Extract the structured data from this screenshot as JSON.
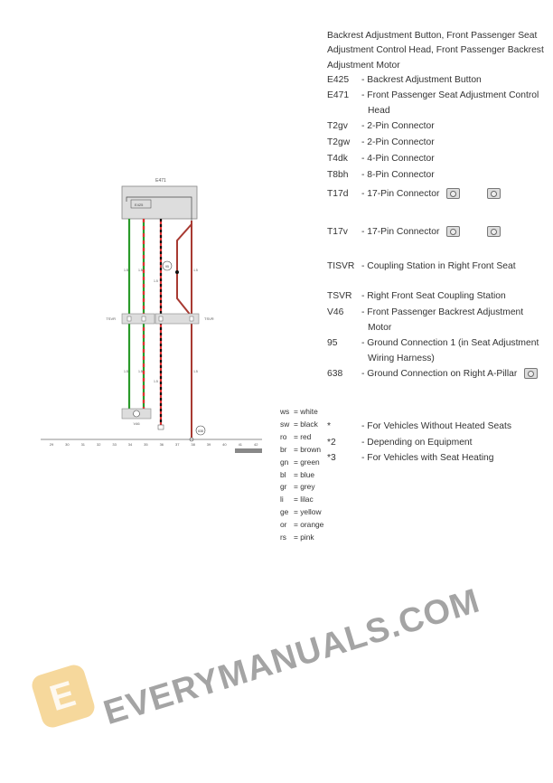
{
  "title": "Backrest Adjustment Button, Front Passenger Seat Adjustment Control Head, Front Passenger Backrest Adjustment Motor",
  "entries": [
    {
      "code": "E425",
      "desc": "- Backrest Adjustment Button"
    },
    {
      "code": "E471",
      "desc": "- Front Passenger Seat Adjustment Control Head"
    },
    {
      "code": "T2gv",
      "desc": "- 2-Pin Connector"
    },
    {
      "code": "T2gw",
      "desc": "- 2-Pin Connector"
    },
    {
      "code": "T4dk",
      "desc": "- 4-Pin Connector"
    },
    {
      "code": "T8bh",
      "desc": "- 8-Pin Connector"
    },
    {
      "code": "T17d",
      "desc": "- 17-Pin Connector",
      "icons": [
        "camera-icon",
        "camera-icon"
      ]
    },
    {
      "code": "T17v",
      "desc": "- 17-Pin Connector",
      "icons": [
        "camera-icon",
        "camera-icon"
      ]
    },
    {
      "code": "TISVR",
      "desc": "- Coupling Station in Right Front Seat"
    },
    {
      "code": "TSVR",
      "desc": "- Right Front Seat Coupling Station"
    },
    {
      "code": "V46",
      "desc": "- Front Passenger Backrest Adjustment Motor"
    },
    {
      "code": "95",
      "desc": "- Ground Connection 1 (in Seat Adjustment Wiring Harness)"
    },
    {
      "code": "638",
      "desc": "- Ground Connection on Right A-Pillar",
      "icons": [
        "camera-icon"
      ]
    },
    {
      "code": "*",
      "desc": "- For Vehicles Without Heated Seats"
    },
    {
      "code": "*2",
      "desc": "- Depending on Equipment"
    },
    {
      "code": "*3",
      "desc": "- For Vehicles with Seat Heating"
    }
  ],
  "color_key": [
    {
      "c": "ws",
      "n": "= white"
    },
    {
      "c": "sw",
      "n": "= black"
    },
    {
      "c": "ro",
      "n": "= red"
    },
    {
      "c": "br",
      "n": "= brown"
    },
    {
      "c": "gn",
      "n": "= green"
    },
    {
      "c": "bl",
      "n": "= blue"
    },
    {
      "c": "gr",
      "n": "= grey"
    },
    {
      "c": "li",
      "n": "= lilac"
    },
    {
      "c": "ge",
      "n": "= yellow"
    },
    {
      "c": "or",
      "n": "= orange"
    },
    {
      "c": "rs",
      "n": "= pink"
    }
  ],
  "diagram": {
    "component_top": "E471",
    "component_inner": "E425",
    "coupling": "TSVR",
    "motor": "V46",
    "ground_95": "95",
    "ground_638": "638",
    "wire_size": "1.5",
    "track_numbers": [
      "29",
      "30",
      "31",
      "32",
      "33",
      "34",
      "35",
      "36",
      "37",
      "38",
      "39",
      "40",
      "41",
      "42"
    ],
    "wire_colors": {
      "green": "#2a9a2a",
      "red": "#e03030",
      "black": "#111111",
      "brown": "#a83a32"
    }
  },
  "watermark": "EVERYMANUALS.COM"
}
